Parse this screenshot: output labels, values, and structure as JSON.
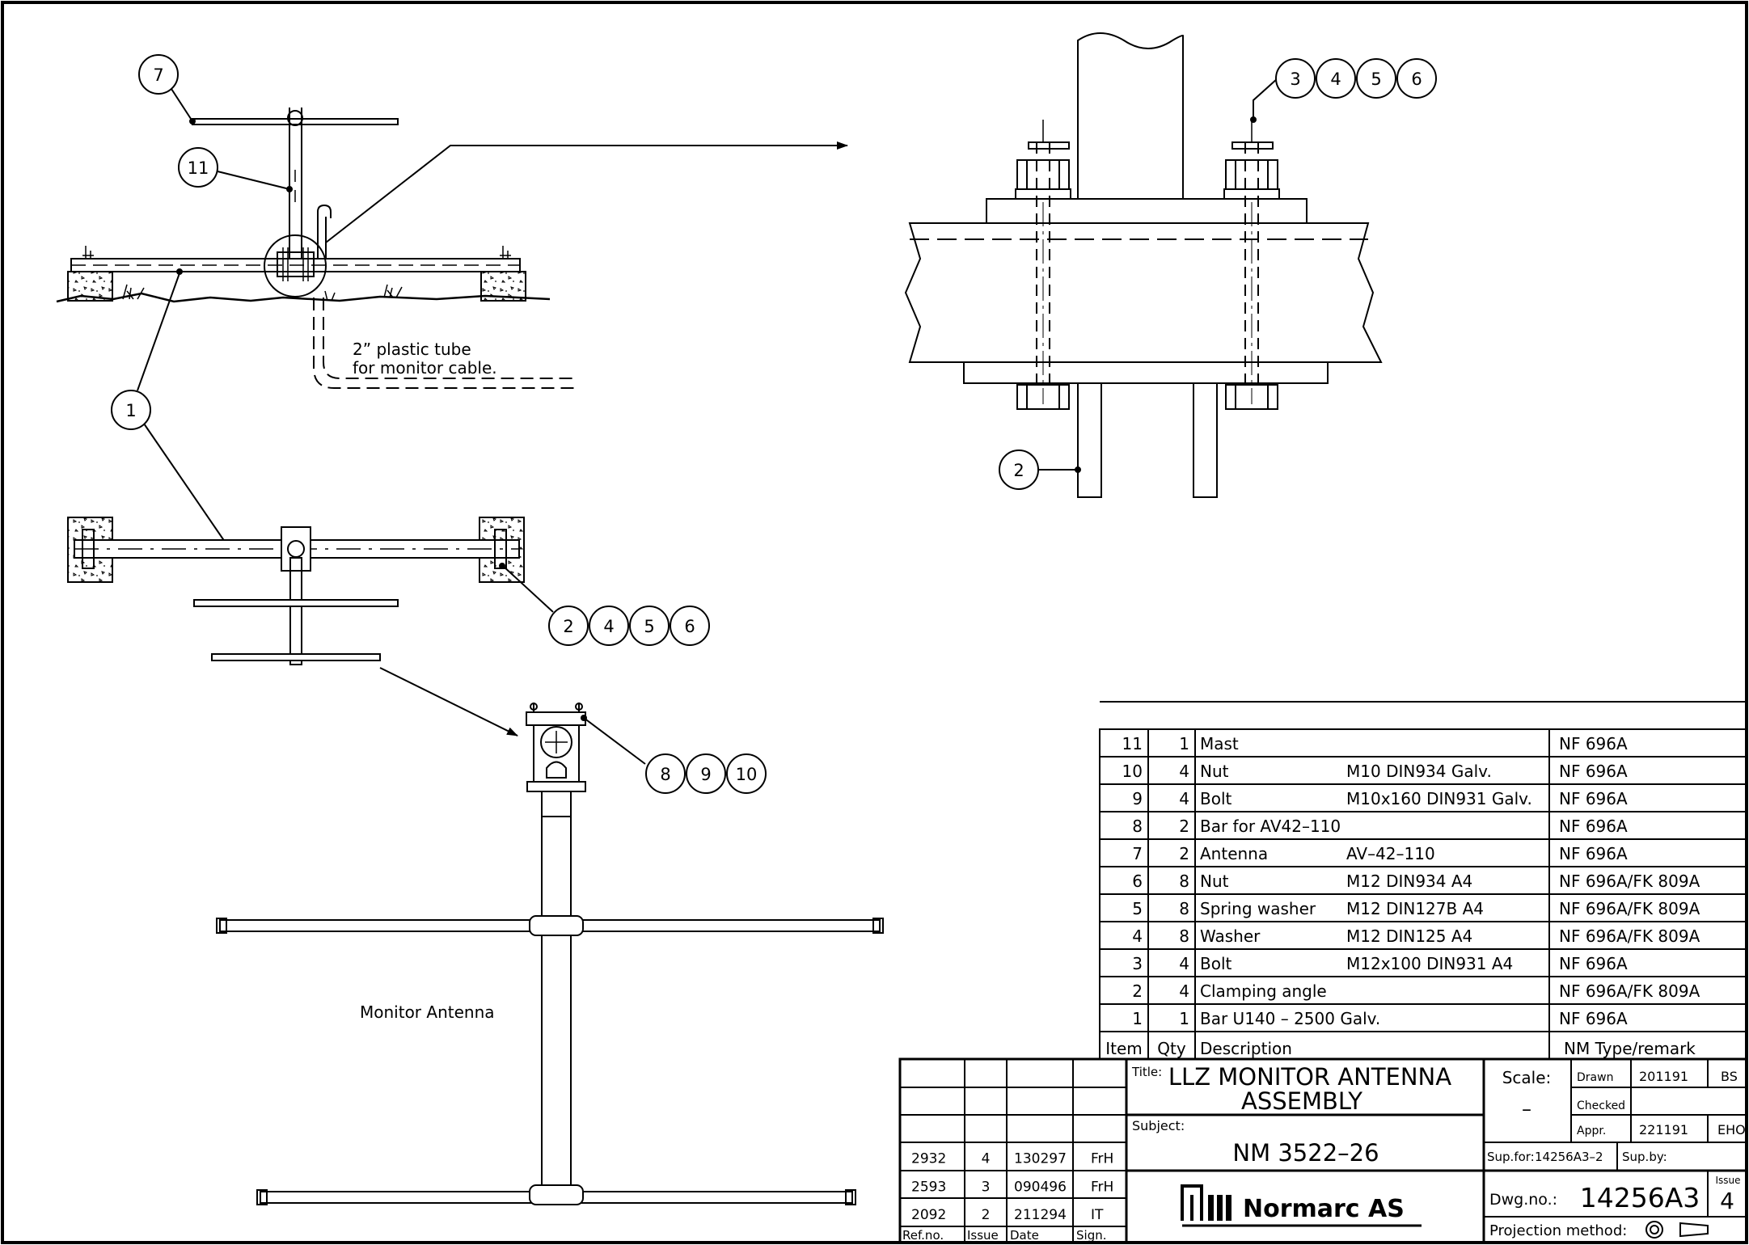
{
  "callouts": {
    "c7": "7",
    "c11": "11",
    "c1": "1",
    "c2_side": "2",
    "grp_3456": [
      "3",
      "4",
      "5",
      "6"
    ],
    "grp_2456": [
      "2",
      "4",
      "5",
      "6"
    ],
    "grp_8910": [
      "8",
      "9",
      "10"
    ]
  },
  "notes": {
    "tube_line1": "2” plastic tube",
    "tube_line2": "for monitor cable.",
    "monitor_antenna": "Monitor Antenna"
  },
  "parts_list": {
    "header": {
      "item": "Item",
      "qty": "Qty",
      "desc": "Description",
      "type": "NM Type/remark"
    },
    "rows": [
      {
        "item": "11",
        "qty": "1",
        "desc": "Mast",
        "spec": "",
        "type": "NF 696A"
      },
      {
        "item": "10",
        "qty": "4",
        "desc": "Nut",
        "spec": "M10 DIN934 Galv.",
        "type": "NF 696A"
      },
      {
        "item": "9",
        "qty": "4",
        "desc": "Bolt",
        "spec": "M10x160 DIN931 Galv.",
        "type": "NF 696A"
      },
      {
        "item": "8",
        "qty": "2",
        "desc": "Bar for AV42–110",
        "spec": "",
        "type": "NF 696A"
      },
      {
        "item": "7",
        "qty": "2",
        "desc": "Antenna",
        "spec": "AV–42–110",
        "type": "NF 696A"
      },
      {
        "item": "6",
        "qty": "8",
        "desc": "Nut",
        "spec": "M12 DIN934 A4",
        "type": "NF 696A/FK 809A"
      },
      {
        "item": "5",
        "qty": "8",
        "desc": "Spring washer",
        "spec": "M12 DIN127B A4",
        "type": "NF 696A/FK 809A"
      },
      {
        "item": "4",
        "qty": "8",
        "desc": "Washer",
        "spec": "M12 DIN125 A4",
        "type": "NF 696A/FK 809A"
      },
      {
        "item": "3",
        "qty": "4",
        "desc": "Bolt",
        "spec": "M12x100 DIN931 A4",
        "type": "NF 696A"
      },
      {
        "item": "2",
        "qty": "4",
        "desc": "Clamping angle",
        "spec": "",
        "type": "NF 696A/FK 809A"
      },
      {
        "item": "1",
        "qty": "1",
        "desc": "Bar U140 – 2500 Galv.",
        "spec": "",
        "type": "NF 696A"
      }
    ]
  },
  "revisions": {
    "header": {
      "ref": "Ref.no.",
      "issue": "Issue",
      "date": "Date",
      "sign": "Sign."
    },
    "rows": [
      {
        "ref": "2932",
        "issue": "4",
        "date": "130297",
        "sign": "FrH"
      },
      {
        "ref": "2593",
        "issue": "3",
        "date": "090496",
        "sign": "FrH"
      },
      {
        "ref": "2092",
        "issue": "2",
        "date": "211294",
        "sign": "IT"
      }
    ]
  },
  "title_block": {
    "title_label": "Title:",
    "title_line1": "LLZ MONITOR ANTENNA",
    "title_line2": "ASSEMBLY",
    "subject_label": "Subject:",
    "subject": "NM 3522–26",
    "company": "Normarc AS",
    "scale_label": "Scale:",
    "scale": "–",
    "drawn_label": "Drawn",
    "drawn_date": "201191",
    "drawn_sign": "BS",
    "checked_label": "Checked",
    "appr_label": "Appr.",
    "appr_date": "221191",
    "appr_sign": "EHO",
    "supfor_label": "Sup.for:",
    "supfor": "14256A3–2",
    "supby_label": "Sup.by:",
    "dwg_label": "Dwg.no.:",
    "dwg_no": "14256A3",
    "issue_label": "Issue",
    "issue": "4",
    "projection_label": "Projection method:"
  }
}
